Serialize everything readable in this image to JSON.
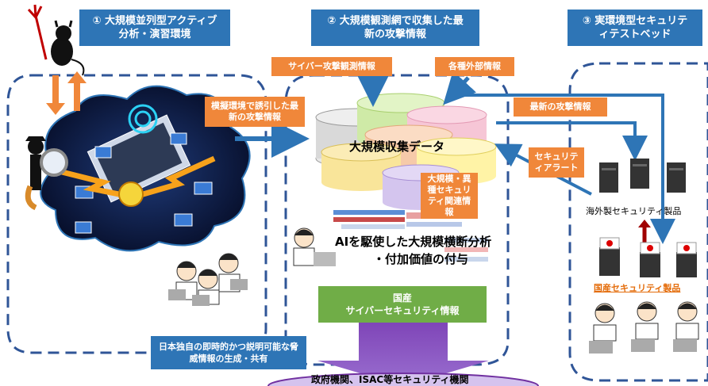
{
  "sections": {
    "s1": "① 大規模並列型アクティブ分析・演習環境",
    "s2": "② 大規模観測網で収集した最新の攻撃情報",
    "s3": "③ 実環境型セキュリティテストベッド"
  },
  "tags": {
    "cyber_obs": "サイバー攻撃観測情報",
    "external": "各種外部情報",
    "lure": "模擬環境で誘引した最新の攻撃情報",
    "latest": "最新の攻撃情報",
    "alert": "セキュリティアラート",
    "large_related": "大規模・異種セキュリティ関連情報",
    "japan_unique": "日本独自の即時的かつ説明可能な脅威情報の生成・共有"
  },
  "labels": {
    "big_data": "大規模収集データ",
    "ai_line1": "AIを駆使した大規模横断分析",
    "ai_line2": "・付加価値の付与",
    "domestic_info": "国産\nサイバーセキュリティ情報",
    "foreign_products": "海外製セキュリティ製品",
    "domestic_products": "国産セキュリティ製品",
    "gov": "政府機関、ISAC等セキュリティ機関"
  },
  "colors": {
    "section_blue": "#2e75b6",
    "tag_orange": "#f0873a",
    "dash_border": "#2f5597",
    "green_box": "#70ad47",
    "purple": "#7030a0",
    "red_text": "#e46c0a"
  }
}
